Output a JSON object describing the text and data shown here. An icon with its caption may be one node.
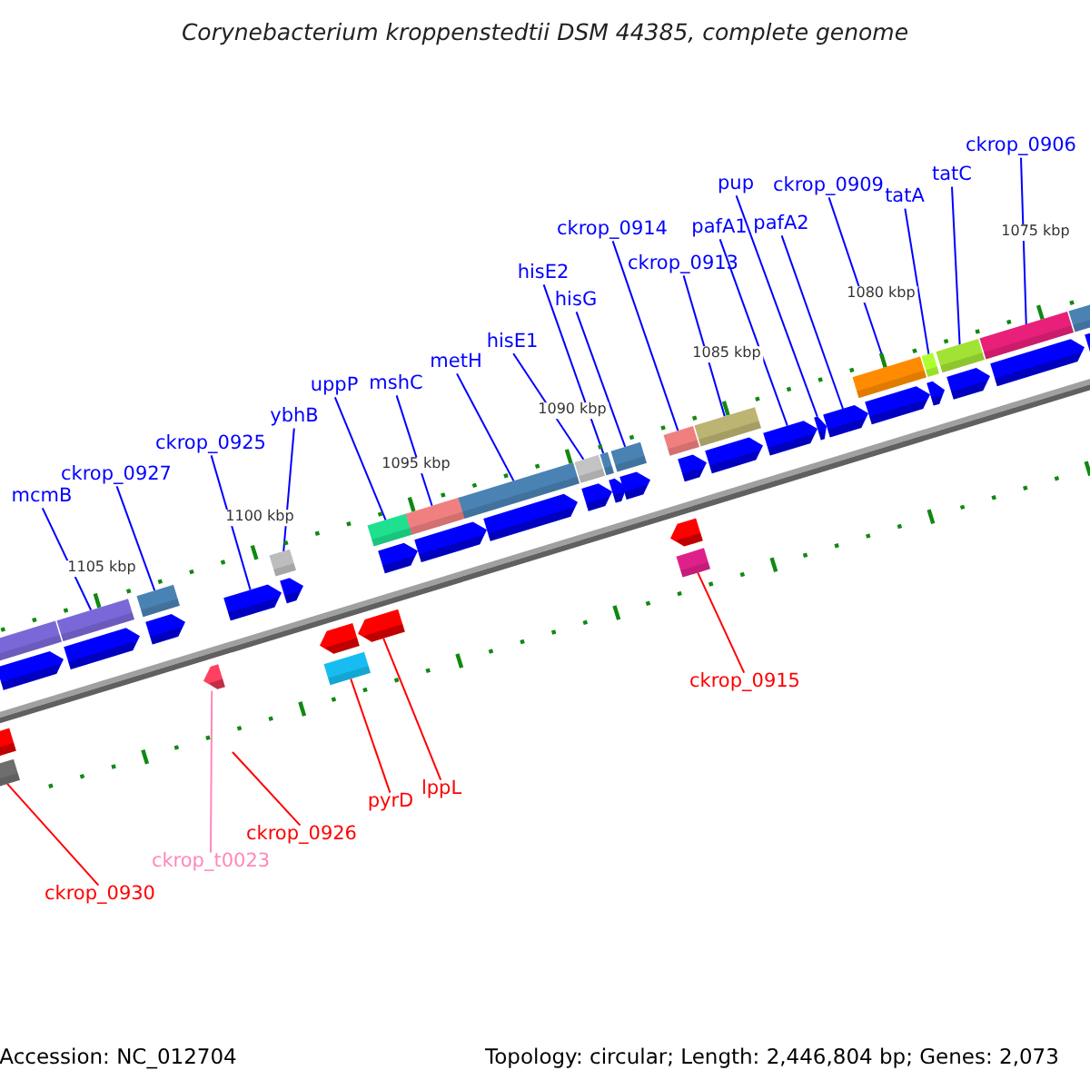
{
  "diagram": {
    "title": "Corynebacterium kroppenstedtii DSM 44385, complete genome",
    "nodes": [
      {
        "text": [
          "mcmB"
        ]
      },
      {
        "text": [
          "ckrop_0927"
        ]
      },
      {
        "text": [
          "ckrop_0925"
        ]
      },
      {
        "text": [
          "ybhB"
        ]
      },
      {
        "text": [
          "uppP"
        ]
      },
      {
        "text": [
          "mshC"
        ]
      },
      {
        "text": [
          "metH"
        ]
      },
      {
        "text": [
          "hisE1"
        ]
      },
      {
        "text": [
          "hisE2"
        ]
      },
      {
        "text": [
          "hisG"
        ]
      },
      {
        "text": [
          "ckrop_0914"
        ]
      },
      {
        "text": [
          "ckrop_0913"
        ]
      },
      {
        "text": [
          "pafA1"
        ]
      },
      {
        "text": [
          "pup"
        ]
      },
      {
        "text": [
          "pafA2"
        ]
      },
      {
        "text": [
          "ckrop_0909"
        ]
      },
      {
        "text": [
          "tatA"
        ]
      },
      {
        "text": [
          "tatC"
        ]
      },
      {
        "text": [
          "ckrop_0906"
        ]
      },
      {
        "text": [
          "ckrop_0930"
        ]
      },
      {
        "text": [
          "ckrop_t0023"
        ]
      },
      {
        "text": [
          "ckrop_0926"
        ]
      },
      {
        "text": [
          "pyrD"
        ]
      },
      {
        "text": [
          "lppL"
        ]
      },
      {
        "text": [
          "ckrop_0915"
        ]
      },
      {
        "text": [],
        "shape": "box"
      },
      {
        "text": [],
        "shape": "box"
      },
      {
        "text": [],
        "shape": "box"
      },
      {
        "text": [],
        "shape": "box"
      },
      {
        "text": [],
        "shape": "box"
      },
      {
        "text": [],
        "shape": "box"
      },
      {
        "text": [],
        "shape": "box"
      },
      {
        "text": [],
        "shape": "box"
      },
      {
        "text": [],
        "shape": "box"
      },
      {
        "text": [],
        "shape": "box"
      },
      {
        "text": [],
        "shape": "box"
      },
      {
        "text": [],
        "shape": "box"
      },
      {
        "text": [],
        "shape": "box"
      },
      {
        "text": [],
        "shape": "box"
      },
      {
        "text": [],
        "shape": "box"
      },
      {
        "text": [],
        "shape": "box"
      },
      {
        "text": [],
        "shape": "box"
      },
      {
        "text": [],
        "shape": "pentagon"
      },
      {
        "text": [],
        "shape": "pentagon"
      },
      {
        "text": [],
        "shape": "pentagon"
      },
      {
        "text": [],
        "shape": "pentagon"
      },
      {
        "text": [],
        "shape": "pentagon"
      },
      {
        "text": [],
        "shape": "pentagon"
      },
      {
        "text": [],
        "shape": "pentagon"
      },
      {
        "text": [],
        "shape": "pentagon"
      },
      {
        "text": [],
        "shape": "pentagon"
      },
      {
        "text": [],
        "shape": "pentagon"
      },
      {
        "text": [],
        "shape": "pentagon"
      },
      {
        "text": [],
        "shape": "pentagon"
      },
      {
        "text": [],
        "shape": "pentagon"
      },
      {
        "text": [],
        "shape": "pentagon"
      },
      {
        "text": [],
        "shape": "pentagon"
      },
      {
        "text": [],
        "shape": "pentagon"
      },
      {
        "text": [],
        "shape": "pentagon"
      },
      {
        "text": [],
        "shape": "pentagon"
      },
      {
        "text": [],
        "shape": "pentagon"
      },
      {
        "text": [],
        "shape": "pentagon"
      },
      {
        "text": [],
        "shape": "pentagon"
      },
      {
        "text": [],
        "shape": "pentagon"
      },
      {
        "text": [],
        "shape": "pentagon"
      },
      {
        "text": [],
        "shape": "pentagon"
      },
      {
        "text": [],
        "shape": "pentagon"
      },
      {
        "text": [],
        "shape": "pentagon"
      },
      {
        "text": [],
        "shape": "box"
      },
      {
        "text": [],
        "shape": "box"
      },
      {
        "text": [],
        "shape": "box"
      }
    ],
    "edges": [
      {
        "from": 0,
        "to": 26,
        "arrow": "none"
      },
      {
        "from": 1,
        "to": 27,
        "arrow": "none"
      },
      {
        "from": 2,
        "to": 45,
        "arrow": "none"
      },
      {
        "from": 3,
        "to": 28,
        "arrow": "none"
      },
      {
        "from": 4,
        "to": 29,
        "arrow": "none"
      },
      {
        "from": 5,
        "to": 30,
        "arrow": "none"
      },
      {
        "from": 6,
        "to": 31,
        "arrow": "none"
      },
      {
        "from": 7,
        "to": 32,
        "arrow": "none"
      },
      {
        "from": 8,
        "to": 33,
        "arrow": "none"
      },
      {
        "from": 9,
        "to": 34,
        "arrow": "none"
      },
      {
        "from": 10,
        "to": 35,
        "arrow": "none"
      },
      {
        "from": 11,
        "to": 36,
        "arrow": "none"
      },
      {
        "from": 12,
        "to": 55,
        "arrow": "none"
      },
      {
        "from": 13,
        "to": 56,
        "arrow": "none"
      },
      {
        "from": 14,
        "to": 57,
        "arrow": "none"
      },
      {
        "from": 15,
        "to": 37,
        "arrow": "none"
      },
      {
        "from": 16,
        "to": 38,
        "arrow": "none"
      },
      {
        "from": 17,
        "to": 39,
        "arrow": "none"
      },
      {
        "from": 18,
        "to": 40,
        "arrow": "none"
      },
      {
        "from": 19,
        "to": 68,
        "arrow": "none",
        "color": "#ff0000"
      },
      {
        "from": 20,
        "to": 64,
        "arrow": "none",
        "color": "#ff88bb"
      },
      {
        "from": 21,
        "to": null,
        "arrow": "none",
        "color": "#ff0000"
      },
      {
        "from": 22,
        "to": 69,
        "arrow": "none",
        "color": "#ff0000"
      },
      {
        "from": 23,
        "to": 66,
        "arrow": "none",
        "color": "#ff0000"
      },
      {
        "from": 24,
        "to": 70,
        "arrow": "none",
        "color": "#ff0000"
      }
    ],
    "labels": [
      "1105 kbp",
      "1100 kbp",
      "1095 kbp",
      "1090 kbp",
      "1085 kbp",
      "1080 kbp",
      "1075 kbp",
      "Accession: NC_012704",
      "Topology: circular; Length: 2,446,804 bp; Genes: 2,073"
    ]
  }
}
